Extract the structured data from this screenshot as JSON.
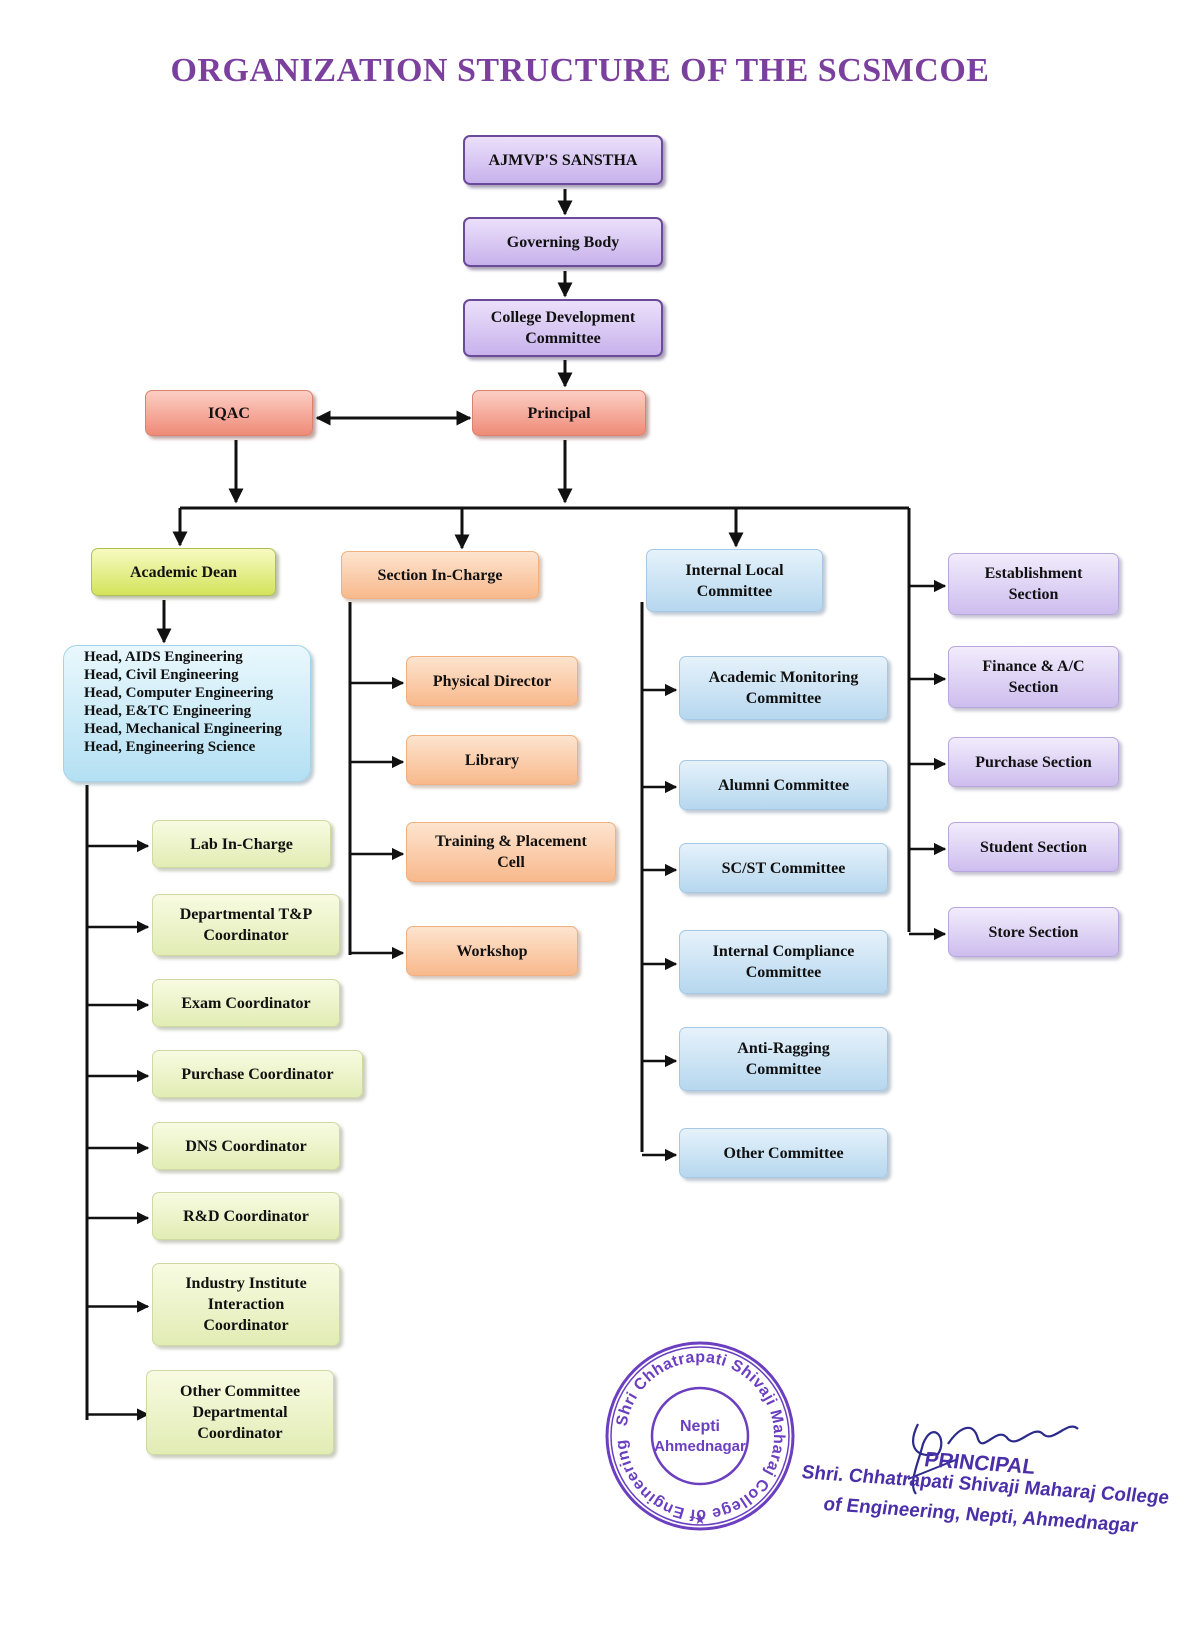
{
  "title": "ORGANIZATION STRUCTURE OF THE SCSMCOE",
  "top_chain": {
    "sanstha": "AJMVP'S SANSTHA",
    "governing_body": "Governing Body",
    "cdc": [
      "College Development",
      "Committee"
    ],
    "principal": "Principal",
    "iqac": "IQAC"
  },
  "academic": {
    "dean": "Academic Dean",
    "heads": [
      "Head, AIDS Engineering",
      "Head, Civil Engineering",
      "Head, Computer Engineering",
      "Head, E&TC Engineering",
      "Head, Mechanical Engineering",
      "Head, Engineering Science"
    ],
    "coordinators": [
      [
        "Lab In-Charge"
      ],
      [
        "Departmental T&P",
        "Coordinator"
      ],
      [
        "Exam Coordinator"
      ],
      [
        "Purchase Coordinator"
      ],
      [
        "DNS Coordinator"
      ],
      [
        "R&D Coordinator"
      ],
      [
        "Industry Institute",
        "Interaction",
        "Coordinator"
      ],
      [
        "Other Committee",
        "Departmental",
        "Coordinator"
      ]
    ]
  },
  "section": {
    "head": "Section In-Charge",
    "items": [
      [
        "Physical Director"
      ],
      [
        "Library"
      ],
      [
        "Training & Placement",
        "Cell"
      ],
      [
        "Workshop"
      ]
    ]
  },
  "committee": {
    "head": [
      "Internal Local",
      "Committee"
    ],
    "items": [
      [
        "Academic Monitoring",
        "Committee"
      ],
      [
        "Alumni Committee"
      ],
      [
        "SC/ST Committee"
      ],
      [
        "Internal Compliance",
        "Committee"
      ],
      [
        "Anti-Ragging",
        "Committee"
      ],
      [
        "Other Committee"
      ]
    ]
  },
  "admin": {
    "items": [
      [
        "Establishment",
        "Section"
      ],
      [
        "Finance & A/C",
        "Section"
      ],
      [
        "Purchase Section"
      ],
      [
        "Student Section"
      ],
      [
        "Store Section"
      ]
    ]
  },
  "seal": {
    "ring_text": "Shri Chhatrapati Shivaji Maharaj College of Engineering",
    "center": [
      "Nepti",
      "Ahmednagar"
    ],
    "color": "#6b3fc0"
  },
  "signature": {
    "title": "PRINCIPAL",
    "line1": "Shri. Chhatrapati Shivaji Maharaj College",
    "line2": "of Engineering, Nepti, Ahmednagar"
  },
  "colors": {
    "title": "#7b3f9e",
    "line": "#111111"
  }
}
